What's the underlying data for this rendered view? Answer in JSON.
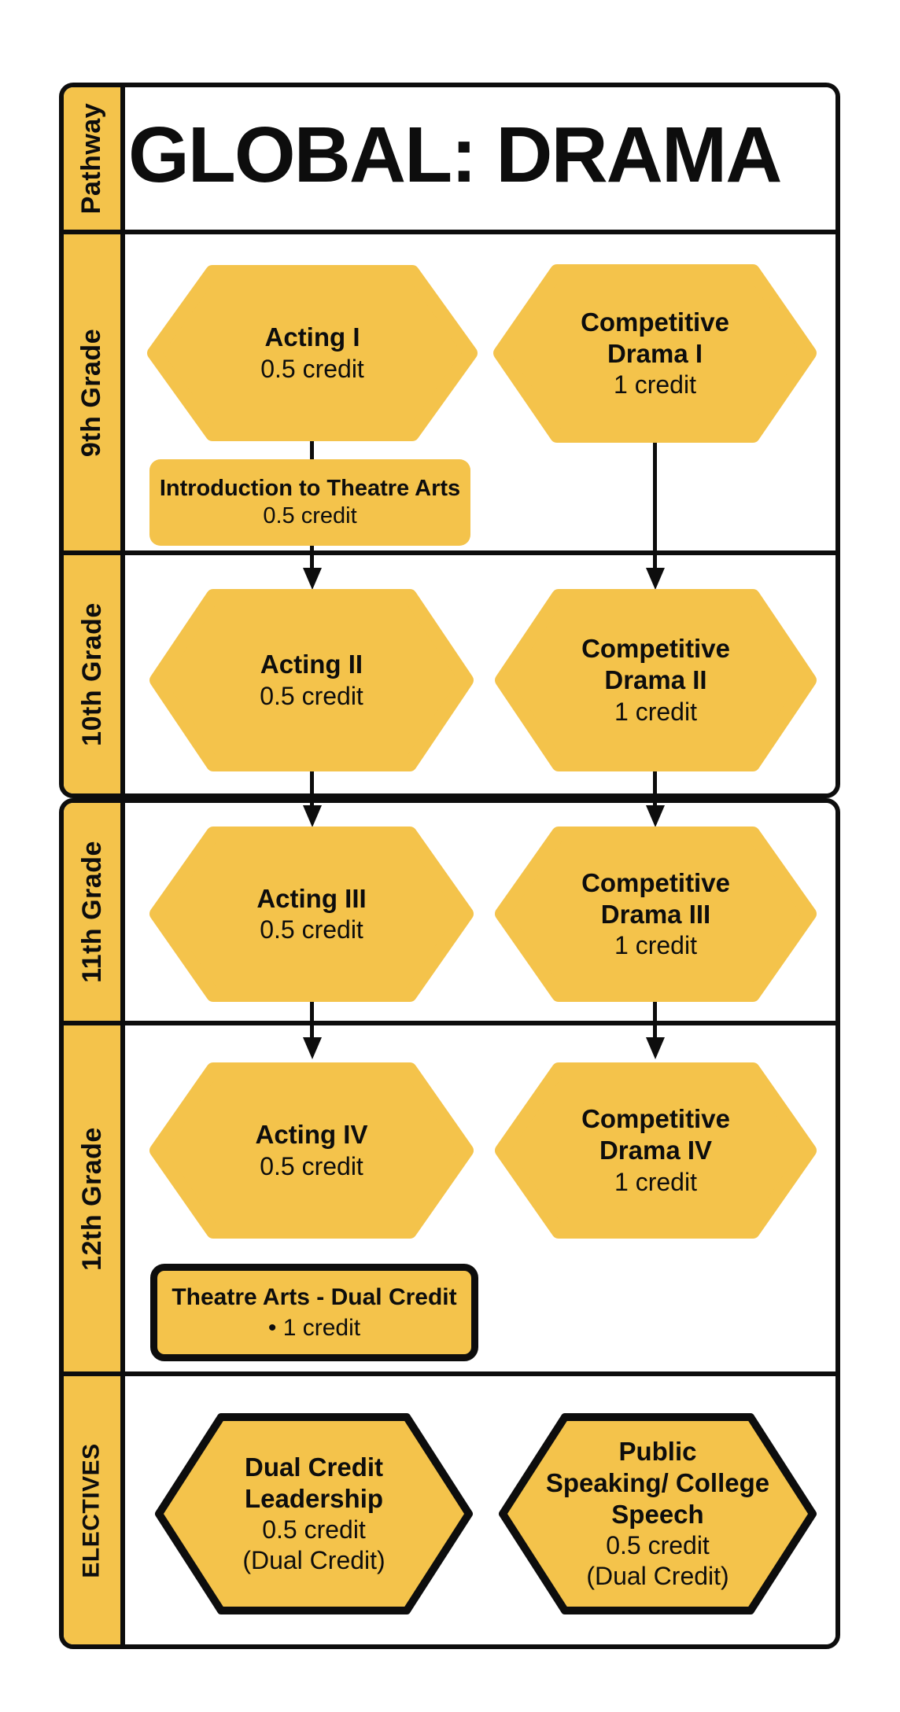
{
  "colors": {
    "accent": "#F4C34B",
    "ink": "#0D0D0D",
    "paper": "#FFFFFF"
  },
  "title": "GLOBAL: DRAMA",
  "sidebar": {
    "pathway": "Pathway",
    "grade9": "9th Grade",
    "grade10": "10th Grade",
    "grade11": "11th Grade",
    "grade12": "12th Grade",
    "electives": "ELECTIVES"
  },
  "courses": {
    "acting1": {
      "name": "Acting I",
      "credit": "0.5 credit"
    },
    "comp_drama1": {
      "name": "Competitive\nDrama I",
      "credit": "1 credit"
    },
    "intro_theatre": {
      "name": "Introduction to Theatre Arts",
      "credit": "0.5 credit"
    },
    "acting2": {
      "name": "Acting II",
      "credit": "0.5 credit"
    },
    "comp_drama2": {
      "name": "Competitive\nDrama II",
      "credit": "1 credit"
    },
    "acting3": {
      "name": "Acting III",
      "credit": "0.5 credit"
    },
    "comp_drama3": {
      "name": "Competitive\nDrama III",
      "credit": "1 credit"
    },
    "acting4": {
      "name": "Acting IV",
      "credit": "0.5 credit"
    },
    "comp_drama4": {
      "name": "Competitive\nDrama IV",
      "credit": "1 credit"
    },
    "theatre_dual": {
      "name": "Theatre Arts - Dual Credit",
      "credit": "• 1 credit"
    },
    "dc_leadership": {
      "name": "Dual Credit\nLeadership",
      "credit": "0.5 credit",
      "note": "(Dual Credit)"
    },
    "public_speaking": {
      "name": "Public\nSpeaking/ College\nSpeech",
      "credit": "0.5 credit",
      "note": "(Dual Credit)"
    }
  }
}
